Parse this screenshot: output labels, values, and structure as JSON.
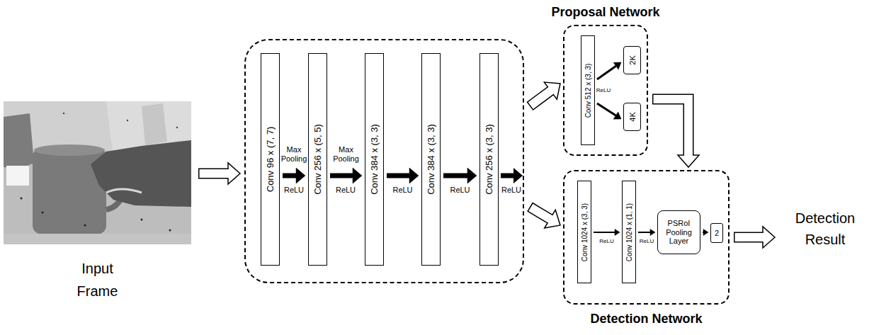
{
  "diagram": {
    "nodes": [
      {
        "text": [
          "Input Frame"
        ]
      },
      {
        "text": []
      },
      {
        "text": [
          "Conv 96 x (7, 7)"
        ],
        "in": 1
      },
      {
        "text": [
          "Conv 256 x (5, 5)"
        ],
        "in": 1
      },
      {
        "text": [
          "Conv 384 x (3, 3)"
        ],
        "in": 1
      },
      {
        "text": [
          "Conv 384 x (3, 3)"
        ],
        "in": 1
      },
      {
        "text": [
          "Conv 256 x (3, 3)"
        ],
        "in": 1
      },
      {
        "text": [
          "Proposal Network"
        ]
      },
      {
        "text": [
          "Conv 512 x (3, 3)"
        ],
        "in": 7
      },
      {
        "text": [
          "2K"
        ],
        "in": 7
      },
      {
        "text": [
          "4K"
        ],
        "in": 7
      },
      {
        "text": [
          "Detection Network"
        ]
      },
      {
        "text": [
          "Conv 1024 x (3, 3)"
        ],
        "in": 11
      },
      {
        "text": [
          "Conv 1024 x (1, 1)"
        ],
        "in": 11
      },
      {
        "text": [
          "PSRoI Pooling Layer"
        ],
        "in": 11
      },
      {
        "text": [
          "2"
        ],
        "in": 11
      },
      {
        "text": [
          "Detection Result"
        ]
      }
    ],
    "edges": [
      {
        "from": 0,
        "to": 1,
        "arrow": "to"
      },
      {
        "from": 2,
        "to": 3,
        "arrow": "to",
        "label": "Max Pooling"
      },
      {
        "from": 3,
        "to": 4,
        "arrow": "to",
        "label": "Max Pooling"
      },
      {
        "from": 4,
        "to": 5,
        "arrow": "to",
        "label": "ReLU"
      },
      {
        "from": 5,
        "to": 6,
        "arrow": "to",
        "label": "ReLU"
      },
      {
        "from": 1,
        "to": 7,
        "arrow": "to"
      },
      {
        "from": 1,
        "to": 11,
        "arrow": "to"
      },
      {
        "from": 8,
        "to": 9,
        "arrow": "to"
      },
      {
        "from": 8,
        "to": 10,
        "arrow": "to"
      },
      {
        "from": 7,
        "to": 11,
        "arrow": "to"
      },
      {
        "from": 12,
        "to": 13,
        "arrow": "to",
        "label": "ReLU"
      },
      {
        "from": 13,
        "to": 14,
        "arrow": "to",
        "label": "ReLU"
      },
      {
        "from": 14,
        "to": 15,
        "arrow": "to"
      },
      {
        "from": 11,
        "to": 16,
        "arrow": "to"
      }
    ],
    "labels": [
      "ReLU",
      "ReLU",
      "ReLU",
      "ReLU"
    ]
  }
}
